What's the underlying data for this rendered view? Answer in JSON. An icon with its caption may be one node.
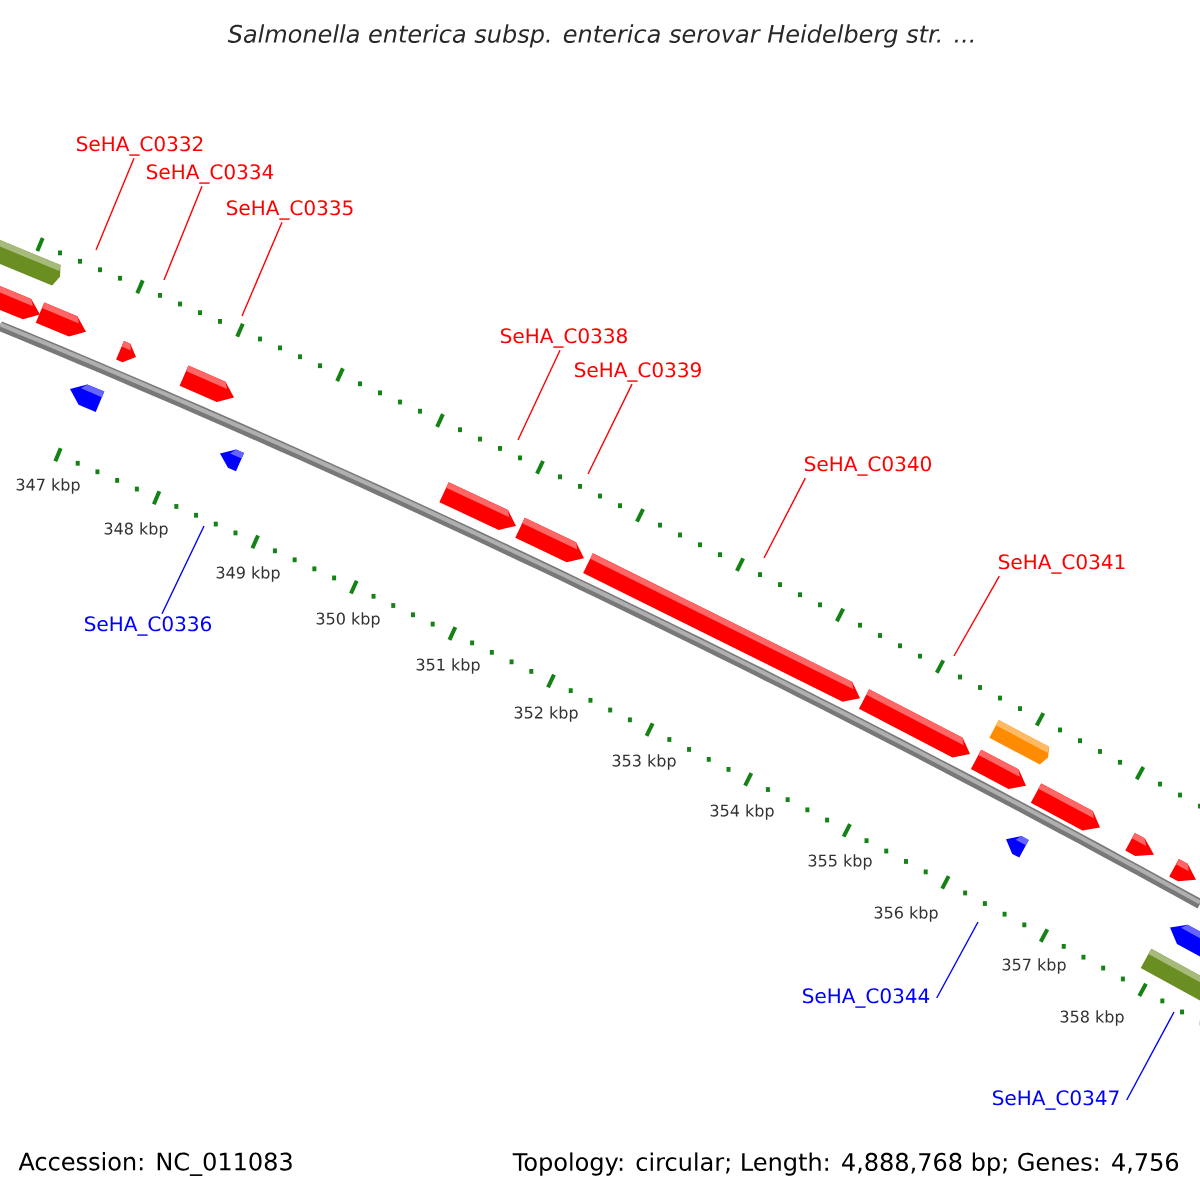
{
  "diagram": {
    "title": "Salmonella enterica subsp. enterica serovar Heidelberg str. ...",
    "nodes": [
      {
        "text": [
          "SeHA_C0332"
        ]
      },
      {
        "text": [
          "SeHA_C0334"
        ]
      },
      {
        "text": [
          "SeHA_C0335"
        ]
      },
      {
        "text": [
          "SeHA_C0338"
        ]
      },
      {
        "text": [
          "SeHA_C0339"
        ]
      },
      {
        "text": [
          "SeHA_C0340"
        ]
      },
      {
        "text": [
          "SeHA_C0341"
        ]
      },
      {
        "text": [
          "SeHA_C0336"
        ]
      },
      {
        "text": [
          "SeHA_C0344"
        ]
      },
      {
        "text": [
          "SeHA_C0347"
        ]
      }
    ],
    "edges": [
      {
        "from": 0,
        "to": null,
        "arrow": "none"
      },
      {
        "from": 1,
        "to": null,
        "arrow": "none"
      },
      {
        "from": 2,
        "to": null,
        "arrow": "none"
      },
      {
        "from": 3,
        "to": null,
        "arrow": "none"
      },
      {
        "from": 4,
        "to": null,
        "arrow": "none"
      },
      {
        "from": 5,
        "to": null,
        "arrow": "none"
      },
      {
        "from": 6,
        "to": null,
        "arrow": "none"
      },
      {
        "from": 7,
        "to": null,
        "arrow": "none",
        "color": "#0000ff"
      },
      {
        "from": 8,
        "to": null,
        "arrow": "none",
        "color": "#0000ff"
      },
      {
        "from": 9,
        "to": null,
        "arrow": "none",
        "color": "#0000ff"
      }
    ],
    "labels": [
      "347 kbp",
      "348 kbp",
      "349 kbp",
      "350 kbp",
      "351 kbp",
      "352 kbp",
      "353 kbp",
      "354 kbp",
      "355 kbp",
      "356 kbp",
      "357 kbp",
      "358 kbp",
      "Accession: NC_011083",
      "Topology: circular; Length: 4,888,768 bp; Genes: 4,756"
    ]
  }
}
